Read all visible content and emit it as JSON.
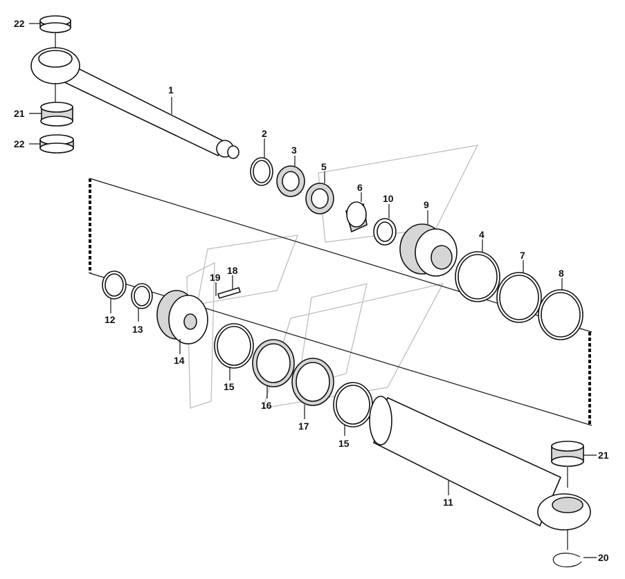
{
  "labels": {
    "p1": "1",
    "p2": "2",
    "p3": "3",
    "p4": "4",
    "p5": "5",
    "p6": "6",
    "p7": "7",
    "p8": "8",
    "p9": "9",
    "p10": "10",
    "p11": "11",
    "p12": "12",
    "p13": "13",
    "p14": "14",
    "p15a": "15",
    "p15b": "15",
    "p16": "16",
    "p17": "17",
    "p18": "18",
    "p19": "19",
    "p20": "20",
    "p21a": "21",
    "p21b": "21",
    "p22a": "22",
    "p22b": "22"
  }
}
